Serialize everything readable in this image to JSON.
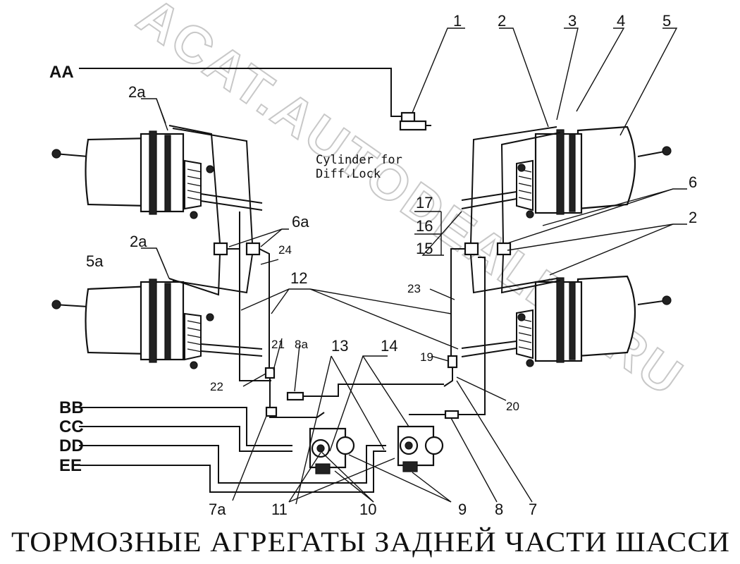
{
  "watermark": "ACAT.AUTODEALER.RU",
  "title": "ТОРМОЗНЫЕ АГРЕГАТЫ ЗАДНЕЙ ЧАСТИ ШАССИ",
  "note": {
    "line1": "Cylinder for",
    "line2": "Diff.Lock"
  },
  "connections": [
    "AA",
    "BB",
    "CC",
    "DD",
    "EE"
  ],
  "callouts": {
    "c1": "1",
    "c2": "2",
    "c3": "3",
    "c4": "4",
    "c5": "5",
    "c2a_top": "2a",
    "c2a_mid": "2a",
    "c5a": "5a",
    "c6a": "6a",
    "c6": "6",
    "c2_right": "2",
    "c17": "17",
    "c16": "16",
    "c15": "15",
    "c24": "24",
    "c12": "12",
    "c23": "23",
    "c21": "21",
    "c8a": "8a",
    "c13": "13",
    "c14": "14",
    "c19": "19",
    "c22": "22",
    "c20": "20",
    "c7a": "7a",
    "c11": "11",
    "c10": "10",
    "c9": "9",
    "c8": "8",
    "c7": "7"
  }
}
